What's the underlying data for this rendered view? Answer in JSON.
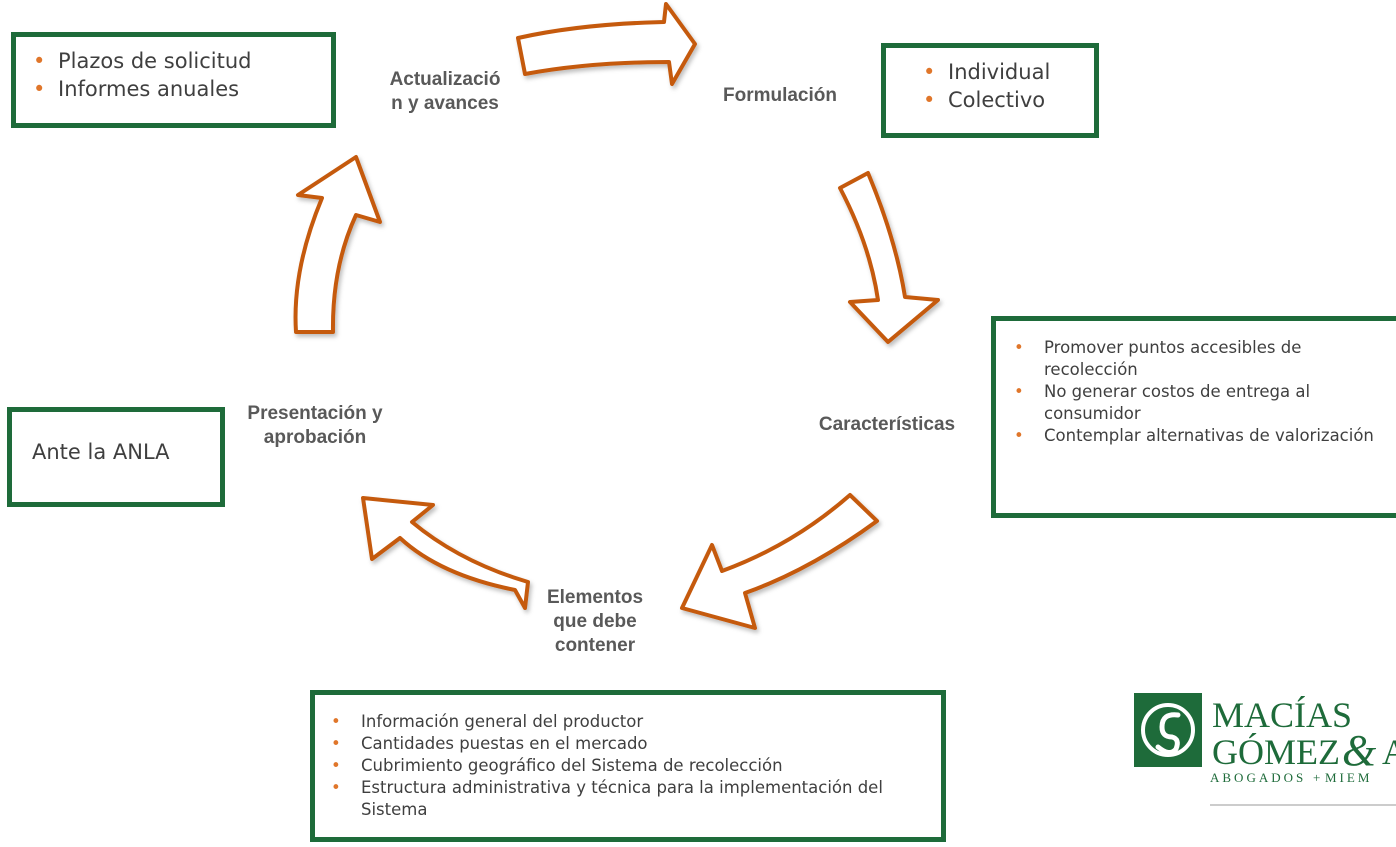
{
  "stages": {
    "actualizacion": "Actualizació\nn y avances",
    "formulacion": "Formulación",
    "caracteristicas": "Características",
    "elementos": "Elementos\nque debe\ncontener",
    "presentacion": "Presentación y\naprobación"
  },
  "boxes": {
    "actualizacion": {
      "items": [
        "Plazos de solicitud",
        "Informes anuales"
      ]
    },
    "formulacion": {
      "items": [
        "Individual",
        "Colectivo"
      ]
    },
    "caracteristicas": {
      "items": [
        "Promover puntos accesibles de recolección",
        "No generar costos de entrega al consumidor",
        "Contemplar alternativas de valorización"
      ]
    },
    "elementos": {
      "items": [
        "Información general del productor",
        "Cantidades puestas en el mercado",
        "Cubrimiento geográfico del Sistema de recolección",
        "Estructura administrativa y técnica para la implementación del Sistema"
      ]
    },
    "presentacion": {
      "text": "Ante la ANLA"
    }
  },
  "logo": {
    "line1": "MACÍAS",
    "line2": "GÓMEZ",
    "ampersand": "&",
    "line2_tail": "A",
    "tagline": "ABOGADOS",
    "tagline_plus": "+",
    "tagline_tail": "MIEM"
  },
  "colors": {
    "arrow_stroke": "#c55a11",
    "box_border": "#1e6b3a",
    "bullet": "#e0762a",
    "stage_text": "#595959",
    "logo_green": "#1e6b3a"
  }
}
